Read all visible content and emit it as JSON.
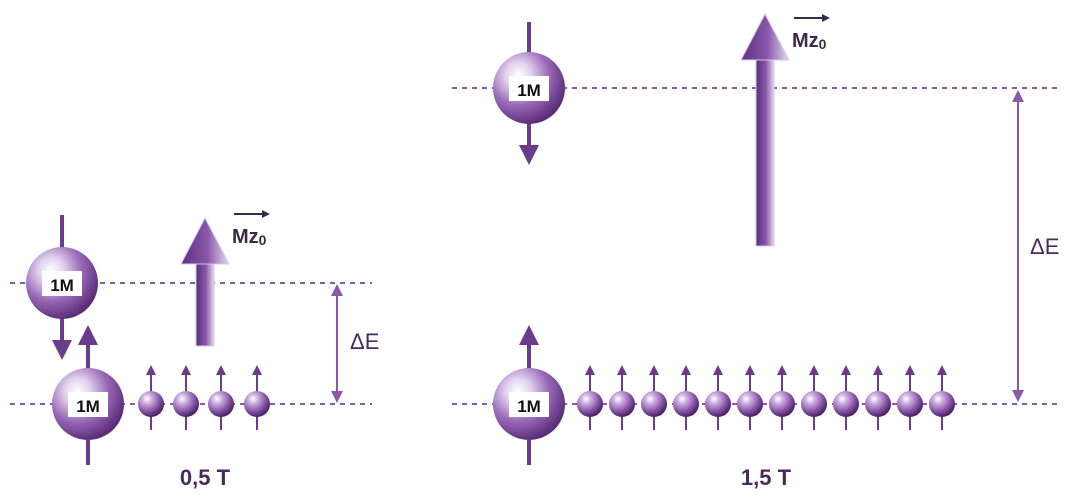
{
  "panels": [
    {
      "id": "low",
      "field_label": "0,5 T",
      "energy_label": "ΔE",
      "magnetization_label": "Mz",
      "magnetization_subscript": "0",
      "high_state_label": "1M",
      "low_state_label": "1M",
      "small_up_spins": 4
    },
    {
      "id": "high",
      "field_label": "1,5 T",
      "energy_label": "ΔE",
      "magnetization_label": "Mz",
      "magnetization_subscript": "0",
      "high_state_label": "1M",
      "low_state_label": "1M",
      "small_up_spins": 12
    }
  ],
  "colors": {
    "primary": "#6b3b8c",
    "arrow_light": "#c9b3dc",
    "line": "#8a5aa8",
    "text": "#4a2b5e"
  }
}
